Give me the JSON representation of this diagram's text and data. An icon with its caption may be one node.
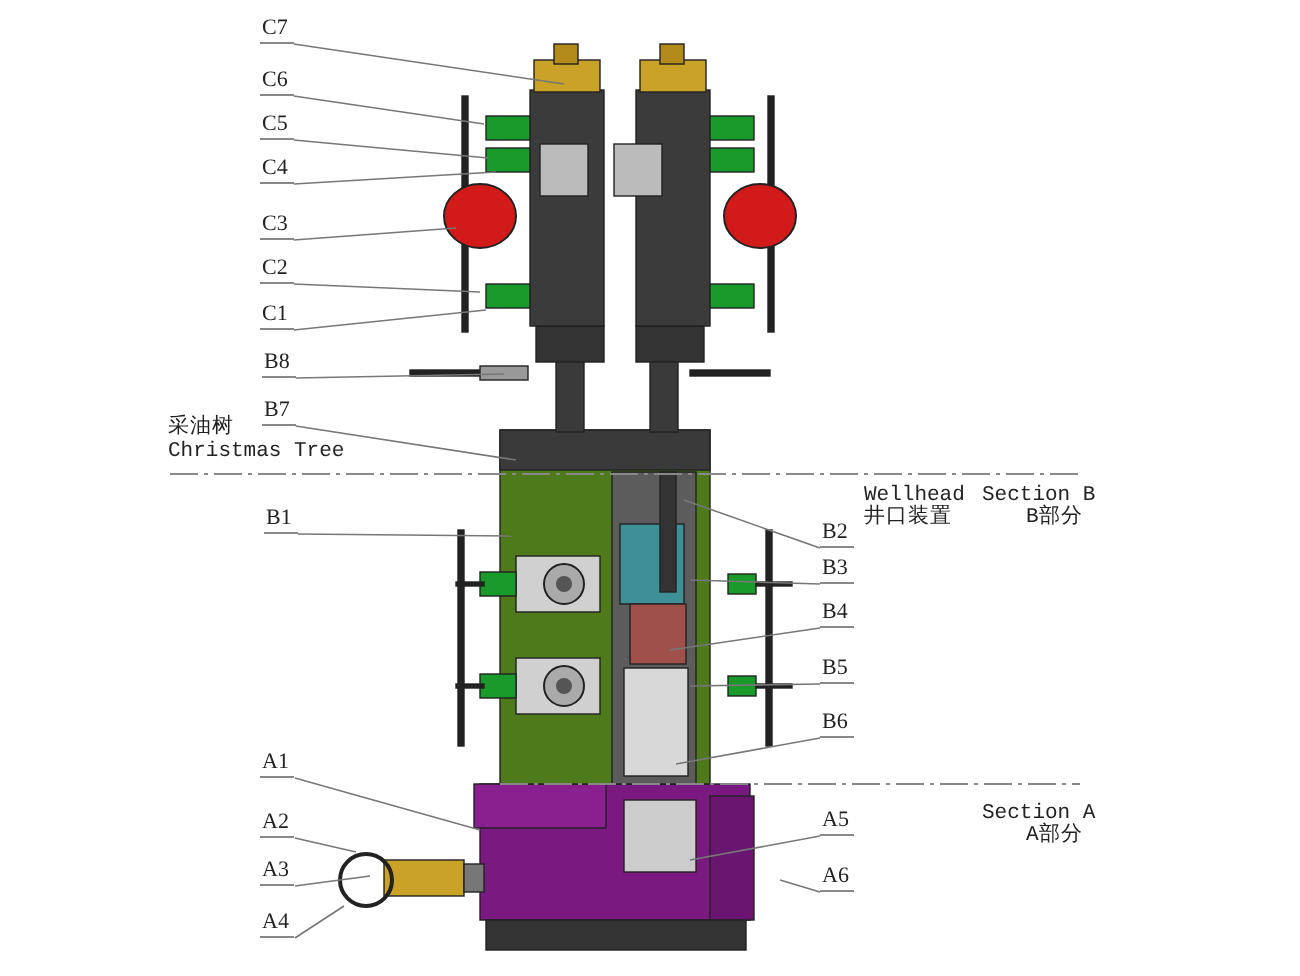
{
  "diagram": {
    "nodes": [
      {
        "text": [
          "C7"
        ]
      },
      {
        "text": [
          "C6"
        ]
      },
      {
        "text": [
          "C5"
        ]
      },
      {
        "text": [
          "C4"
        ]
      },
      {
        "text": [
          "C3"
        ]
      },
      {
        "text": [
          "C2"
        ]
      },
      {
        "text": [
          "C1"
        ]
      },
      {
        "text": [
          "B8"
        ]
      },
      {
        "text": [
          "B7"
        ]
      },
      {
        "text": [
          "B1"
        ]
      },
      {
        "text": [
          "B2"
        ]
      },
      {
        "text": [
          "B3"
        ]
      },
      {
        "text": [
          "B4"
        ]
      },
      {
        "text": [
          "B5"
        ]
      },
      {
        "text": [
          "B6"
        ]
      },
      {
        "text": [
          "A1"
        ]
      },
      {
        "text": [
          "A5"
        ]
      },
      {
        "text": [
          "A2"
        ]
      },
      {
        "text": [
          "A3"
        ]
      },
      {
        "text": [
          "A6"
        ]
      },
      {
        "text": [
          "A4"
        ]
      }
    ],
    "edges": [
      {
        "from": 0,
        "to": null,
        "arrow": "none"
      },
      {
        "from": 1,
        "to": null,
        "arrow": "none"
      },
      {
        "from": 2,
        "to": null,
        "arrow": "none"
      },
      {
        "from": 3,
        "to": null,
        "arrow": "none"
      },
      {
        "from": 4,
        "to": null,
        "arrow": "none"
      },
      {
        "from": 5,
        "to": null,
        "arrow": "none"
      },
      {
        "from": 6,
        "to": null,
        "arrow": "none"
      },
      {
        "from": 7,
        "to": null,
        "arrow": "none"
      },
      {
        "from": 8,
        "to": null,
        "arrow": "none"
      },
      {
        "from": 9,
        "to": null,
        "arrow": "none"
      },
      {
        "from": 10,
        "to": null,
        "arrow": "none"
      },
      {
        "from": 11,
        "to": null,
        "arrow": "none"
      },
      {
        "from": 12,
        "to": null,
        "arrow": "none"
      },
      {
        "from": 13,
        "to": null,
        "arrow": "none"
      },
      {
        "from": 14,
        "to": null,
        "arrow": "none"
      },
      {
        "from": 15,
        "to": null,
        "arrow": "none"
      },
      {
        "from": 16,
        "to": null,
        "arrow": "none"
      },
      {
        "from": 17,
        "to": null,
        "arrow": "none"
      },
      {
        "from": 18,
        "to": null,
        "arrow": "none"
      },
      {
        "from": 19,
        "to": null,
        "arrow": "none"
      },
      {
        "from": 20,
        "to": null,
        "arrow": "none"
      }
    ],
    "labels": [
      "采油树",
      "Christmas Tree",
      "Wellhead",
      "Section B",
      "井口装置",
      "B部分",
      "Section A",
      "A部分"
    ]
  }
}
